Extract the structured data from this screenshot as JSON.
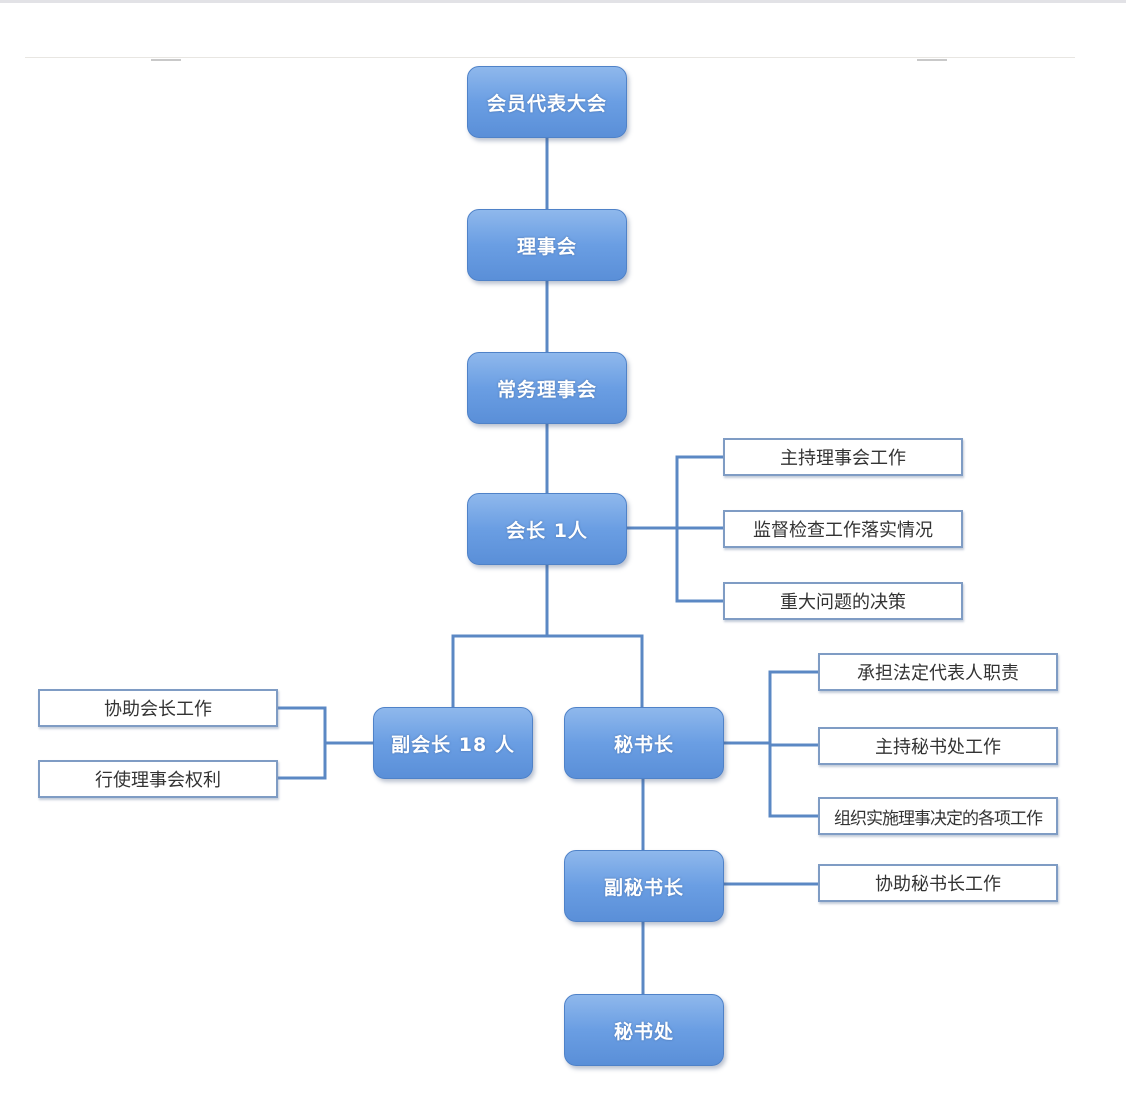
{
  "diagram": {
    "type": "org-chart",
    "colors": {
      "node_fill": "#6a9ee3",
      "node_border": "#4f82c8",
      "connector": "#5b88c4",
      "duty_border": "#7f9cc4"
    },
    "nodes": {
      "congress": "会员代表大会",
      "council": "理事会",
      "standing_council": "常务理事会",
      "president": "会长 1人",
      "vice_president": "副会长 18 人",
      "secretary_general": "秘书长",
      "deputy_secretary_general": "副秘书长",
      "secretariat": "秘书处"
    },
    "president_duties": [
      "主持理事会工作",
      "监督检查工作落实情况",
      "重大问题的决策"
    ],
    "vice_president_duties": [
      "协助会长工作",
      "行使理事会权利"
    ],
    "secretary_general_duties": [
      "承担法定代表人职责",
      "主持秘书处工作",
      "组织实施理事决定的各项工作"
    ],
    "deputy_secretary_general_duties": [
      "协助秘书长工作"
    ]
  }
}
